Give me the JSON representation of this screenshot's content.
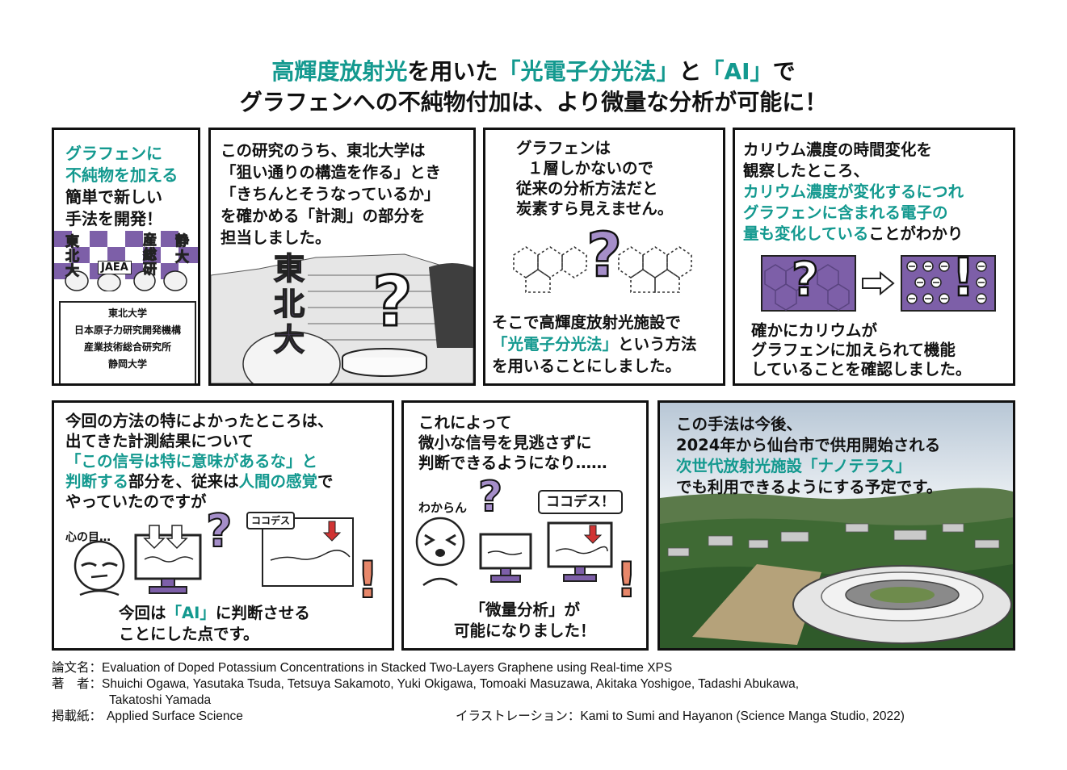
{
  "title": {
    "line1": {
      "p1": "高輝度放射光",
      "p2": "を用いた",
      "p3": "「光電子分光法」",
      "p4": "と",
      "p5": "「AI」",
      "p6": "で"
    },
    "line2": "グラフェンへの不純物付加は、より微量な分析が可能に！"
  },
  "panel1": {
    "text_teal1": "グラフェンに",
    "text_teal2": "不純物を加える",
    "text3": "簡単で新しい",
    "text4": "手法を開発！",
    "tags": [
      "東北大",
      "JAEA",
      "産総研",
      "静大"
    ],
    "institutions": [
      "東北大学",
      "日本原子力研究開発機構",
      "産業技術総合研究所",
      "静岡大学"
    ]
  },
  "panel2": {
    "lines": [
      "この研究のうち、東北大学は",
      "「狙い通りの構造を作る」とき",
      "「きちんとそうなっているか」",
      "を確かめる「計測」の部分を",
      "担当しました。"
    ],
    "tag": "東北大",
    "question": "?"
  },
  "panel3": {
    "lines_top": [
      "グラフェンは",
      "１層しかないので",
      "従来の分析方法だと",
      "炭素すら見えません。"
    ],
    "line_b1": "そこで高輝度放射光施設で",
    "line_b2_teal": "「光電子分光法」",
    "line_b2_rest": "という方法",
    "line_b3": "を用いることにしました。",
    "question": "?"
  },
  "panel4": {
    "line1": "カリウム濃度の時間変化を",
    "line2": "観察したところ、",
    "line3_teal": "カリウム濃度が変化するにつれ",
    "line4_teal": "グラフェンに含まれる電子の",
    "line5_teal": "量も変化している",
    "line5_rest": "ことがわかり",
    "bottom_lines": [
      "確かにカリウムが",
      "グラフェンに加えられて機能",
      "していることを確認しました。"
    ],
    "question": "?",
    "exclaim": "!"
  },
  "panel5": {
    "line1": "今回の方法の特によかったところは、",
    "line2": "出てきた計測結果について",
    "line3_teal": "「この信号は特に意味があるな」と",
    "line4_teal": "判断する",
    "line4_rest": "部分を、従来は",
    "line4_teal2": "人間の感覚",
    "line4_end": "で",
    "line5": "やっていたのですが",
    "kokoro": "心の目…",
    "kokodesu": "ココデス",
    "bottom1_a": "今回は",
    "bottom1_teal": "「AI」",
    "bottom1_b": "に判断させる",
    "bottom2": "ことにした点です。",
    "question": "?",
    "exclaim": "!"
  },
  "panel6": {
    "lines": [
      "これによって",
      "微小な信号を見逃さずに",
      "判断できるようになり……"
    ],
    "wakaran": "わからん",
    "kokodesu": "ココデス！",
    "bottom": [
      "「微量分析」が",
      "可能になりました！"
    ],
    "question": "?",
    "exclaim": "!"
  },
  "panel7": {
    "line1": "この手法は今後、",
    "line2": "2024年から仙台市で供用開始される",
    "line3_teal": "次世代放射光施設「ナノテラス」",
    "line4": "でも利用できるようにする予定です。"
  },
  "footer": {
    "paper_label": "論文名：",
    "paper_title": "Evaluation of Doped Potassium Concentrations in Stacked Two-Layers Graphene using Real-time XPS",
    "authors_label": "著　者：",
    "authors_line1": "Shuichi Ogawa, Yasutaka Tsuda, Tetsuya Sakamoto, Yuki Okigawa, Tomoaki Masuzawa, Akitaka Yoshigoe, Tadashi Abukawa,",
    "authors_line2": "Takatoshi Yamada",
    "journal_label": "掲載紙：",
    "journal": "Applied Surface Science",
    "illustration": "イラストレーション：Kami to Sumi and Hayanon (Science Manga Studio, 2022)"
  }
}
